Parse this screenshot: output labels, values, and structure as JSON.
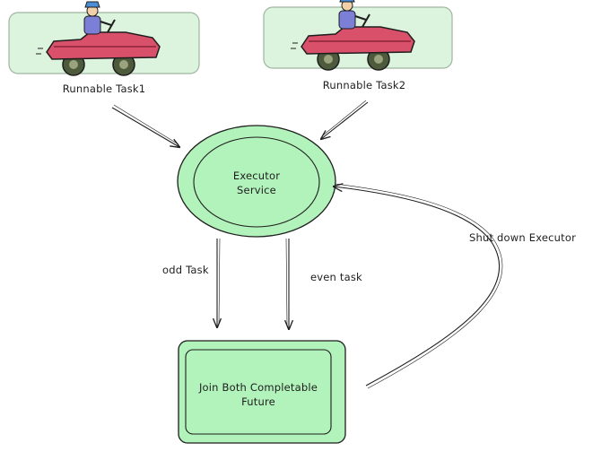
{
  "diagram": {
    "colors": {
      "fill": "#b2f2bb",
      "card": "#dcf3dd",
      "stroke": "#1e1e1e",
      "car_body": "#d9506a",
      "car_driver": "#7b7fd6"
    },
    "nodes": {
      "task1": {
        "label": "Runnable Task1",
        "icon": "car-icon"
      },
      "task2": {
        "label": "Runnable Task2",
        "icon": "car-icon"
      },
      "executor": {
        "line1": "Executor",
        "line2": "Service"
      },
      "join": {
        "line1": "Join Both Completable",
        "line2": "Future"
      }
    },
    "edges": {
      "odd": "odd Task",
      "even": "even task",
      "shutdown": "Shut down Executor"
    }
  }
}
